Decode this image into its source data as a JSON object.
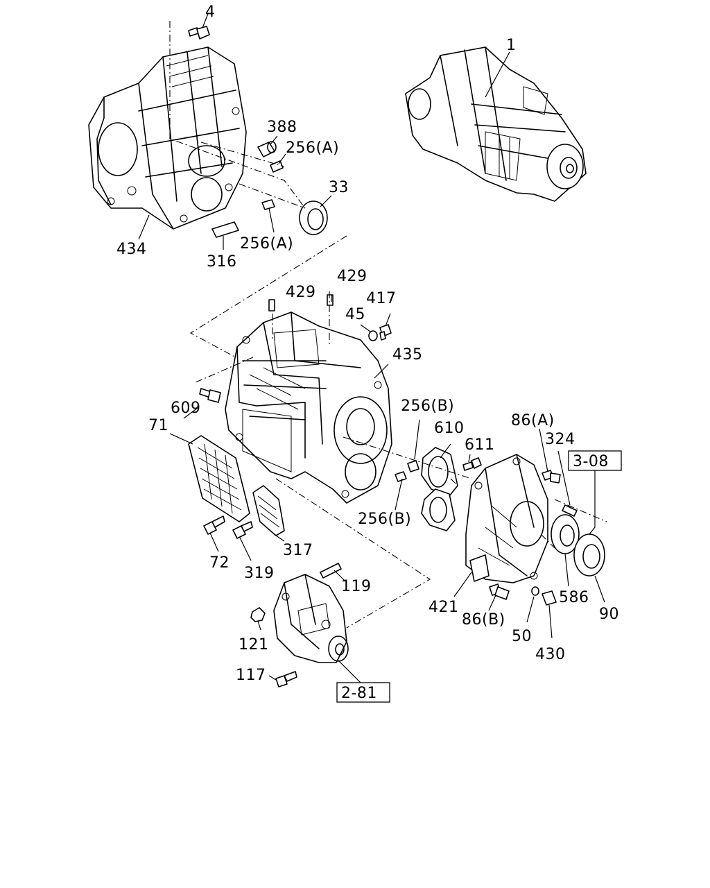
{
  "callouts": [
    {
      "id": "c4",
      "text": "4"
    },
    {
      "id": "c1",
      "text": "1"
    },
    {
      "id": "c388",
      "text": "388"
    },
    {
      "id": "c256a1",
      "text": "256(A)"
    },
    {
      "id": "c33",
      "text": "33"
    },
    {
      "id": "c256a2",
      "text": "256(A)"
    },
    {
      "id": "c434",
      "text": "434"
    },
    {
      "id": "c316",
      "text": "316"
    },
    {
      "id": "c429a",
      "text": "429"
    },
    {
      "id": "c429b",
      "text": "429"
    },
    {
      "id": "c45",
      "text": "45"
    },
    {
      "id": "c417",
      "text": "417"
    },
    {
      "id": "c435",
      "text": "435"
    },
    {
      "id": "c609",
      "text": "609"
    },
    {
      "id": "c256b1",
      "text": "256(B)"
    },
    {
      "id": "c71",
      "text": "71"
    },
    {
      "id": "c610",
      "text": "610"
    },
    {
      "id": "c86a",
      "text": "86(A)"
    },
    {
      "id": "c611",
      "text": "611"
    },
    {
      "id": "c324",
      "text": "324"
    },
    {
      "id": "c256b2",
      "text": "256(B)"
    },
    {
      "id": "c72",
      "text": "72"
    },
    {
      "id": "c319",
      "text": "319"
    },
    {
      "id": "c317",
      "text": "317"
    },
    {
      "id": "c119",
      "text": "119"
    },
    {
      "id": "c421",
      "text": "421"
    },
    {
      "id": "c86b",
      "text": "86(B)"
    },
    {
      "id": "c586",
      "text": "586"
    },
    {
      "id": "c90",
      "text": "90"
    },
    {
      "id": "c50",
      "text": "50"
    },
    {
      "id": "c430",
      "text": "430"
    },
    {
      "id": "c121",
      "text": "121"
    },
    {
      "id": "c117",
      "text": "117"
    }
  ],
  "references": [
    {
      "id": "r308",
      "text": "3-08"
    },
    {
      "id": "r281",
      "text": "2-81"
    }
  ]
}
